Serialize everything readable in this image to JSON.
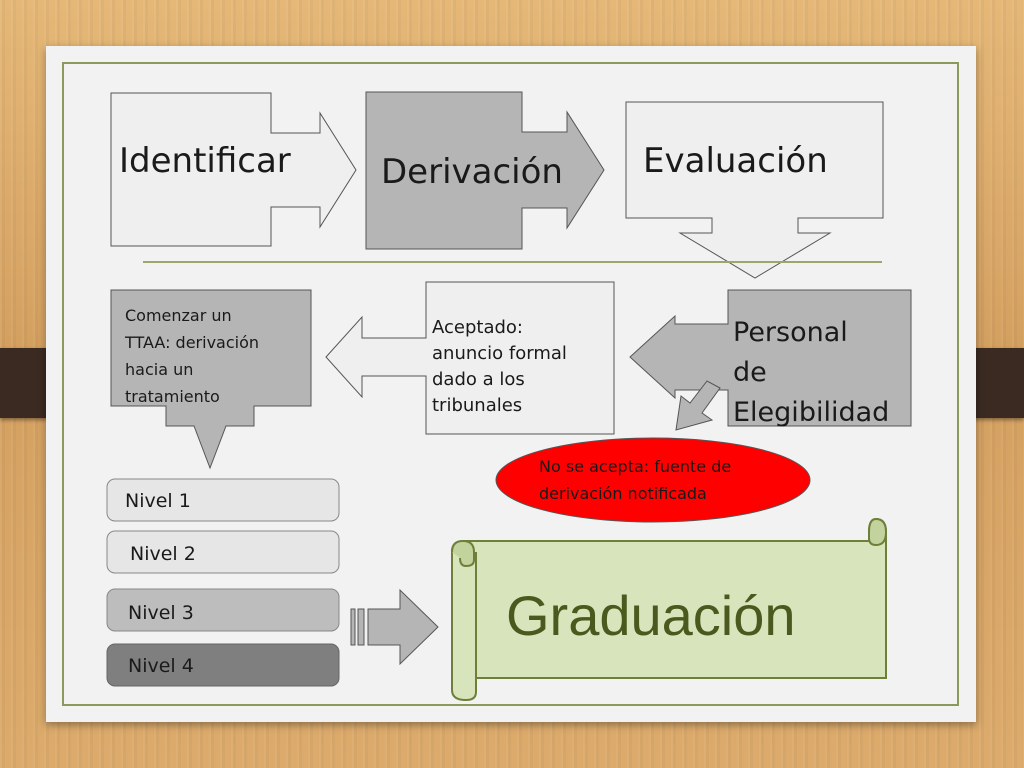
{
  "steps": {
    "identificar": "Identificar",
    "derivacion": "Derivación",
    "evaluacion": "Evaluación",
    "personal": [
      "Personal",
      "de",
      "Elegibilidad"
    ],
    "aceptado": [
      "Aceptado:",
      "anuncio formal",
      "dado a los",
      "tribunales"
    ],
    "comenzar": [
      "Comenzar un",
      "TTAA: derivación",
      "hacia un",
      "tratamiento"
    ],
    "no_acepta": [
      "No se acepta: fuente de",
      "derivación notificada"
    ]
  },
  "levels": [
    "Nivel 1",
    "Nivel 2",
    "Nivel 3",
    "Nivel 4"
  ],
  "graduacion": "Graduación",
  "colors": {
    "box_light": "#efefef",
    "box_medium": "#b5b5b5",
    "box_dark": "#8c8c8c",
    "red": "#ff0000",
    "scroll": "#d8e4bc",
    "frame": "#8a9a5b"
  }
}
